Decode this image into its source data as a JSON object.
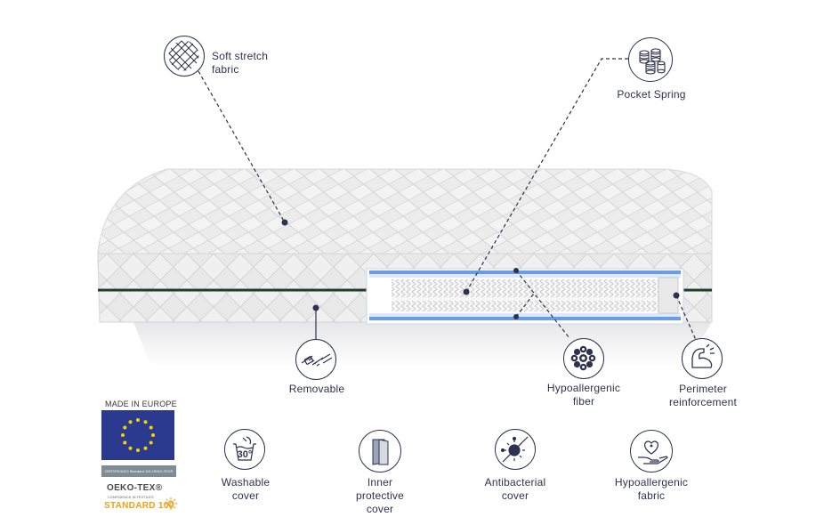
{
  "features": {
    "soft_stretch_fabric": "Soft stretch\nfabric",
    "pocket_spring": "Pocket Spring",
    "removable": "Removable",
    "hypoallergenic_fiber": "Hypoallergenic\nfiber",
    "perimeter_reinforcement": "Perimeter\nreinforcement"
  },
  "badges": {
    "washable_cover": "Washable\ncover",
    "wash_temp": "30°",
    "inner_protective_cover": "Inner\nprotective\ncover",
    "antibacterial_cover": "Antibacterial\ncover",
    "hypoallergenic_fabric": "Hypoallergenic\nfabric"
  },
  "certification": {
    "made_in_europe": "MADE IN EUROPE",
    "certificate_line": "CERTIFICADO Standard 100 OEKO-TEX®",
    "oeko_tex": "OEKO-TEX®",
    "oeko_tagline": "CONFIDENCE IN TEXTILES",
    "standard": "STANDARD 100"
  },
  "colors": {
    "ink": "#2e3150",
    "eu_blue": "#2b3a8f",
    "eu_star": "#f5d400",
    "oeko_orange": "#e8a21a",
    "piping": "#1f3b2c",
    "foam_blue": "#4a7fd6"
  }
}
